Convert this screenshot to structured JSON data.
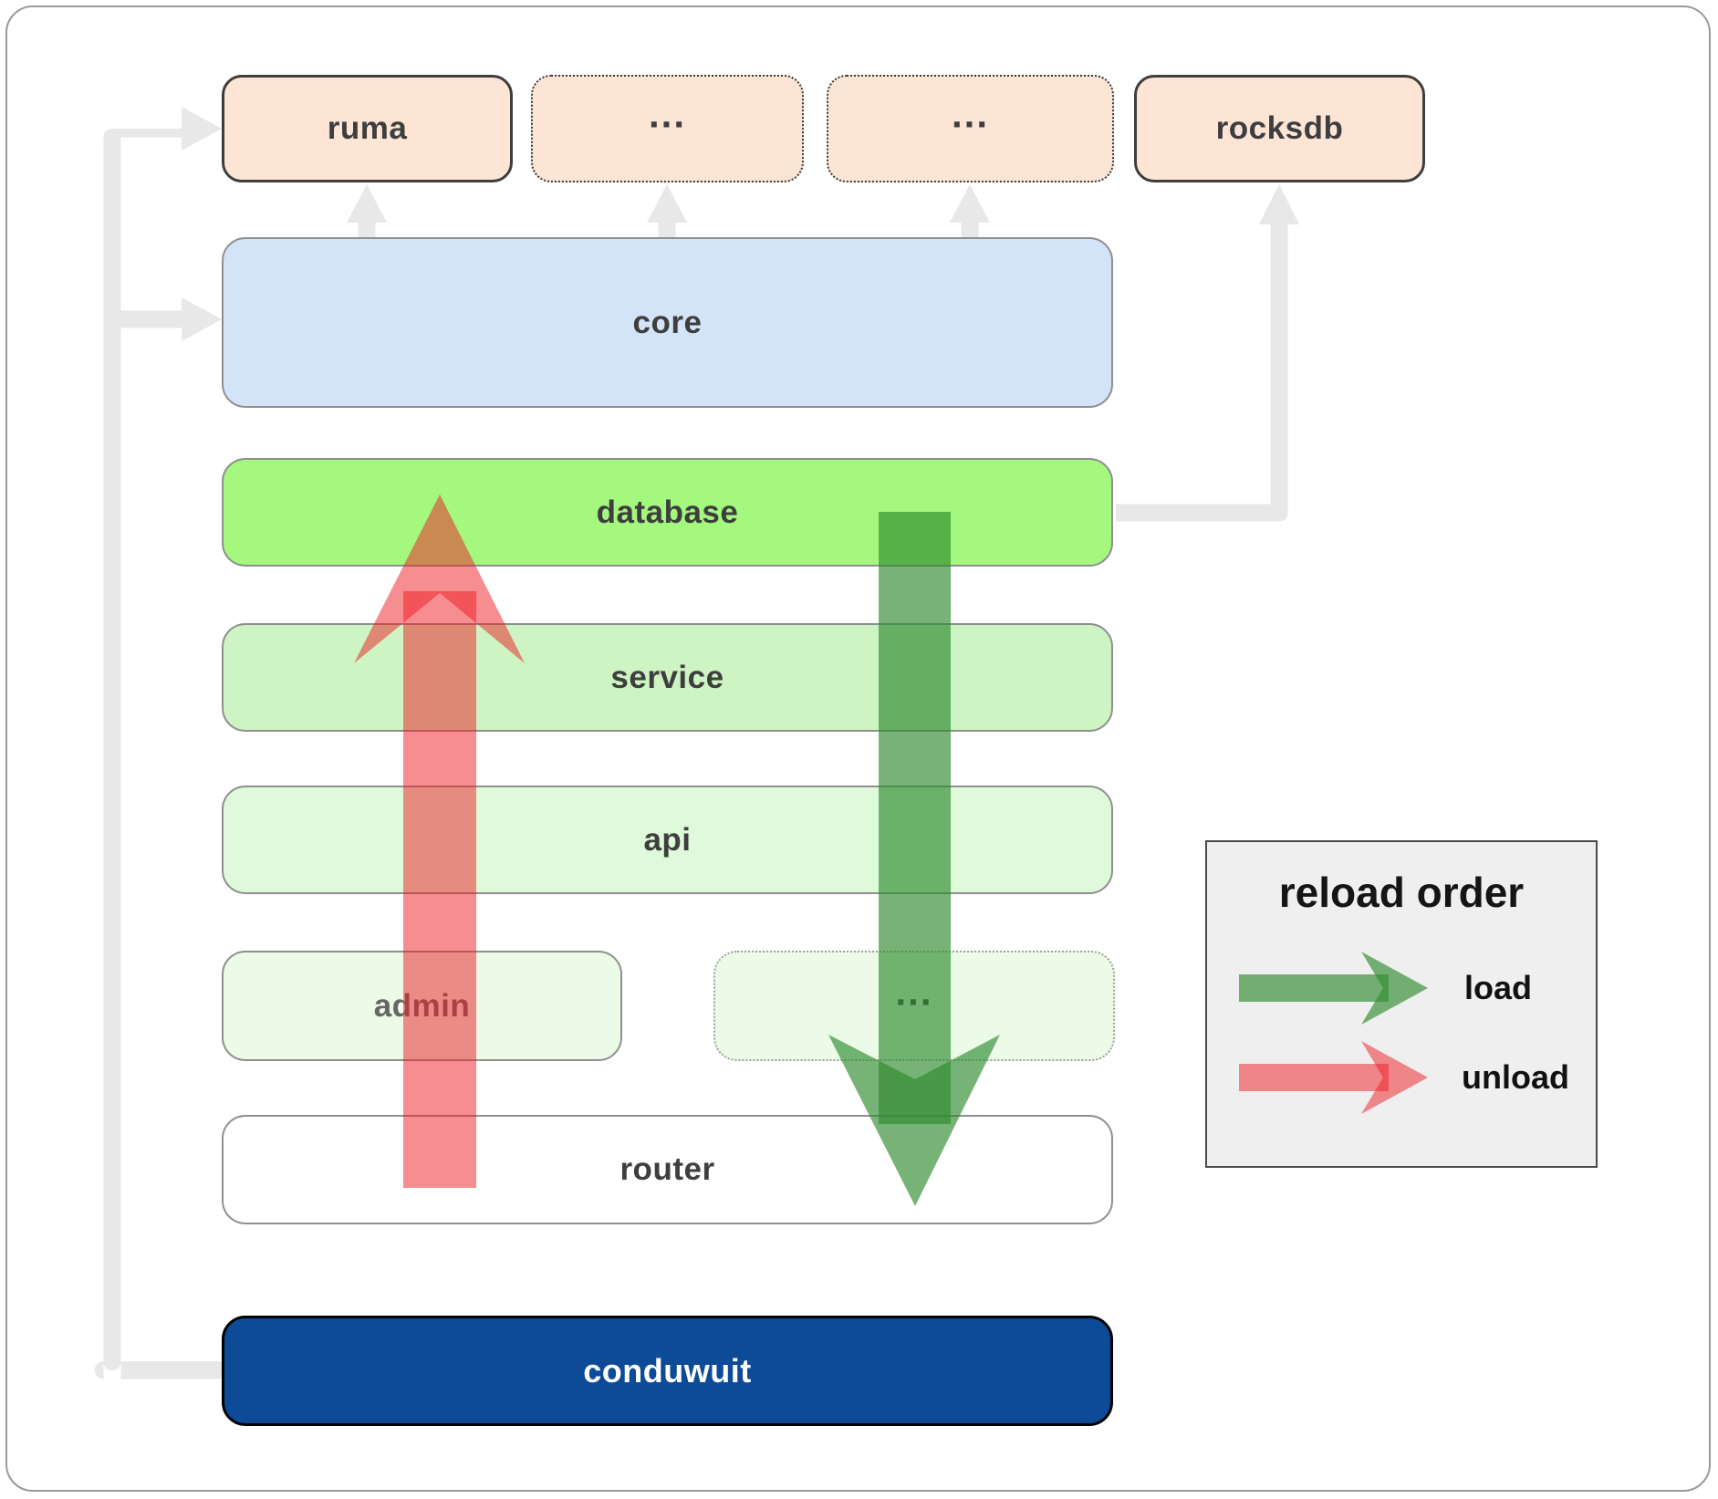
{
  "boxes": {
    "ruma": {
      "label": "ruma"
    },
    "ellipsis_top_1": {
      "label": "..."
    },
    "ellipsis_top_2": {
      "label": "..."
    },
    "rocksdb": {
      "label": "rocksdb"
    },
    "core": {
      "label": "core"
    },
    "database": {
      "label": "database"
    },
    "service": {
      "label": "service"
    },
    "api": {
      "label": "api"
    },
    "admin": {
      "label": "admin"
    },
    "ellipsis_bottom": {
      "label": "..."
    },
    "router": {
      "label": "router"
    },
    "conduwuit": {
      "label": "conduwuit"
    }
  },
  "legend": {
    "title": "reload order",
    "items": [
      {
        "label": "load",
        "color": "#2e8b2e"
      },
      {
        "label": "unload",
        "color": "#ed1c24"
      }
    ]
  },
  "colors": {
    "module_peach": "#fce5d5",
    "core_blue": "#d3e4f9",
    "database_green": "#a3f87d",
    "service_green": "#cdf4c2",
    "api_green": "#dffada",
    "faint_green": "#ebfbe7",
    "router_white": "#ffffff",
    "conduwuit_blue": "#0d4b98",
    "connector_gray": "#e8e8e8",
    "load_green": "#2e8b2e",
    "unload_red": "#ed1c24",
    "legend_bg": "#efefef"
  }
}
